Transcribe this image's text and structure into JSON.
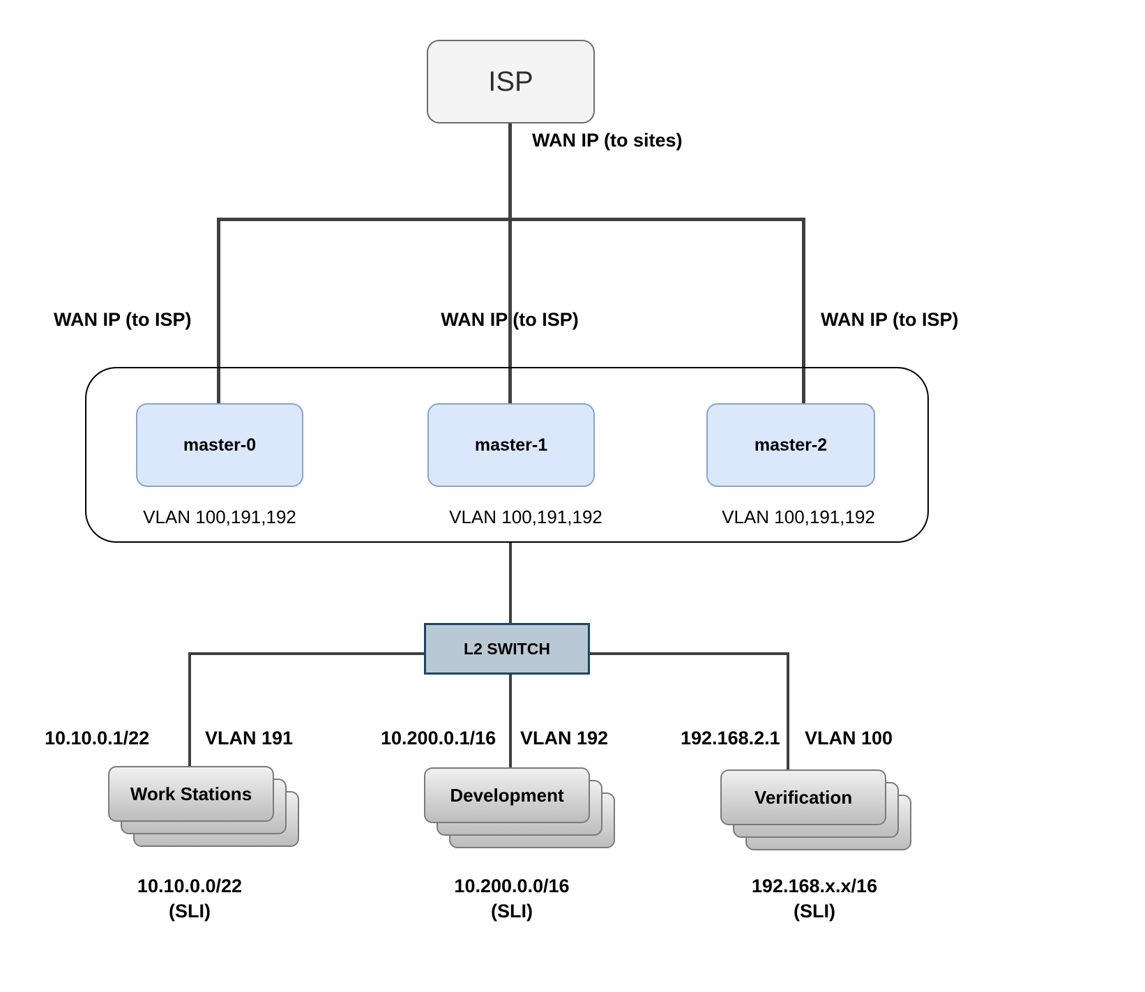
{
  "diagram": {
    "isp": {
      "label": "ISP"
    },
    "labels": {
      "wan_to_sites": "WAN IP (to sites)",
      "wan_to_isp_left": "WAN IP (to ISP)",
      "wan_to_isp_center": "WAN IP (to ISP)",
      "wan_to_isp_right": "WAN IP (to ISP)"
    },
    "masters": [
      {
        "name": "master-0",
        "vlans": "VLAN 100,191,192"
      },
      {
        "name": "master-1",
        "vlans": "VLAN 100,191,192"
      },
      {
        "name": "master-2",
        "vlans": "VLAN 100,191,192"
      }
    ],
    "switch": {
      "label": "L2 SWITCH"
    },
    "segments": [
      {
        "name": "Work Stations",
        "gateway": "10.10.0.1/22",
        "vlan": "VLAN 191",
        "subnet": "10.10.0.0/22",
        "sli": "(SLI)"
      },
      {
        "name": "Development",
        "gateway": "10.200.0.1/16",
        "vlan": "VLAN 192",
        "subnet": "10.200.0.0/16",
        "sli": "(SLI)"
      },
      {
        "name": "Verification",
        "gateway": "192.168.2.1",
        "vlan": "VLAN 100",
        "subnet": "192.168.x.x/16",
        "sli": "(SLI)"
      }
    ],
    "colors": {
      "line": "#3f3f3f",
      "node_fill_gray": "#f4f4f4",
      "node_border_gray": "#6b6b6b",
      "master_fill": "#dbe8fc",
      "master_border": "#85a3d6",
      "switch_fill": "#b8c9d5",
      "switch_border": "#1d4466",
      "card_fill_top": "#f0f0f0",
      "card_fill_bottom": "#bdbdbd",
      "card_border": "#7a7a7a",
      "container_border": "#000000",
      "text": "#000000"
    }
  }
}
